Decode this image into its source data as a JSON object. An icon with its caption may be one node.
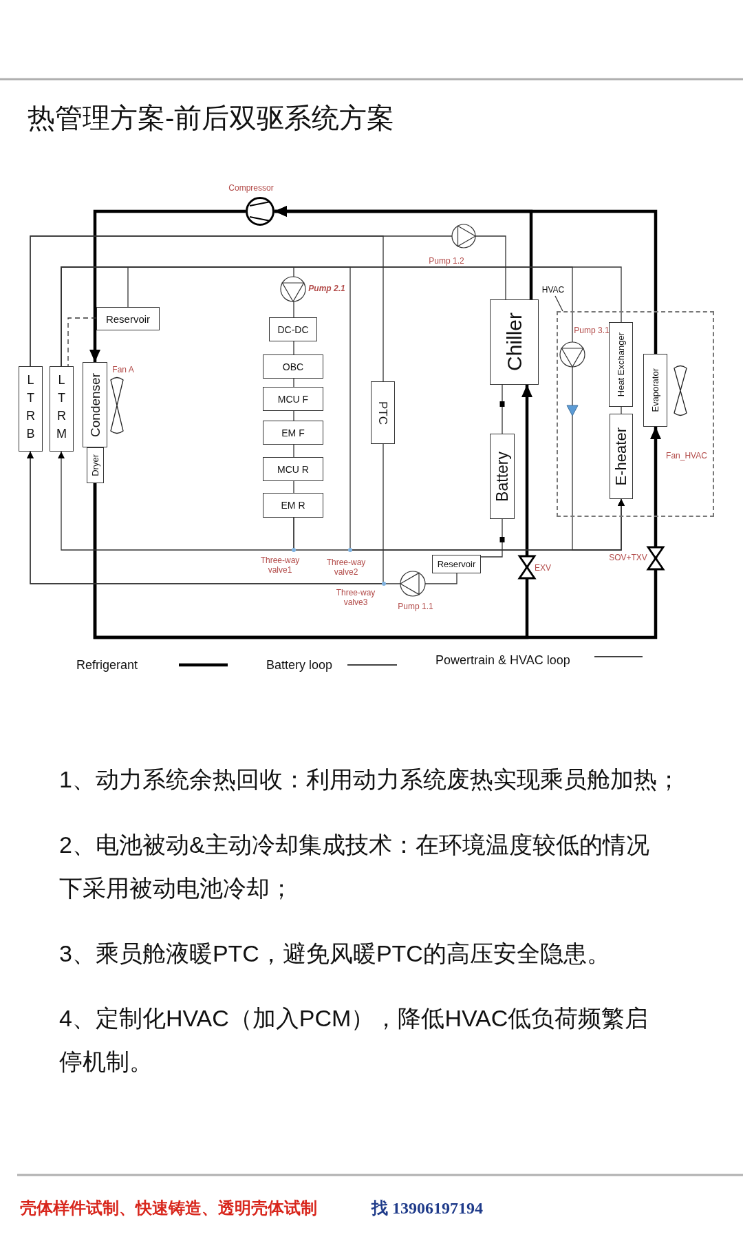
{
  "diagram": {
    "title": "热管理方案-前后双驱系统方案",
    "nodes": [
      {
        "text": [
          "LTRB"
        ]
      },
      {
        "text": [
          "LTRM"
        ]
      },
      {
        "text": [
          "Condenser"
        ]
      },
      {
        "text": [
          "Dryer"
        ]
      },
      {
        "text": [
          "Reservoir"
        ]
      },
      {
        "text": [
          "DC-DC"
        ]
      },
      {
        "text": [
          "OBC"
        ]
      },
      {
        "text": [
          "MCU F"
        ]
      },
      {
        "text": [
          "EM F"
        ]
      },
      {
        "text": [
          "MCU R"
        ]
      },
      {
        "text": [
          "EM R"
        ]
      },
      {
        "text": [
          "PTC"
        ]
      },
      {
        "text": [
          "Chiller"
        ]
      },
      {
        "text": [
          "Battery"
        ]
      },
      {
        "text": [
          "Reservoir"
        ]
      },
      {
        "text": [
          "HVAC"
        ]
      },
      {
        "text": [],
        "shape": "box"
      },
      {
        "text": [
          "Heat Exchanger"
        ],
        "in": 16
      },
      {
        "text": [
          "E-heater"
        ],
        "in": 16
      },
      {
        "text": [
          "Evaporator"
        ],
        "in": 16
      },
      {
        "text": [],
        "shape": "circle"
      }
    ],
    "edges": [
      {
        "from": 20,
        "to": 2,
        "arrow": "to",
        "style": "thick"
      },
      {
        "from": 12,
        "to": 20,
        "arrow": "to",
        "style": "thick"
      },
      {
        "from": 19,
        "to": 20,
        "arrow": "to",
        "style": "thick"
      },
      {
        "from": 3,
        "to": 12,
        "arrow": "to",
        "style": "thick"
      },
      {
        "from": 3,
        "to": 19,
        "arrow": "to",
        "style": "thick"
      },
      {
        "from": 4,
        "to": 1,
        "arrow": "none",
        "style": "dashed"
      },
      {
        "from": 5,
        "to": 6,
        "arrow": "none"
      },
      {
        "from": 6,
        "to": 7,
        "arrow": "none"
      },
      {
        "from": 7,
        "to": 8,
        "arrow": "none"
      },
      {
        "from": 8,
        "to": 9,
        "arrow": "none"
      },
      {
        "from": 9,
        "to": 10,
        "arrow": "none"
      },
      {
        "from": 12,
        "to": 13,
        "arrow": "none"
      },
      {
        "from": 13,
        "to": 14,
        "arrow": "none"
      },
      {
        "from": 17,
        "to": 18,
        "arrow": "none"
      },
      {
        "from": 15,
        "to": 16,
        "arrow": "none"
      },
      {
        "from": 0,
        "to": 12,
        "arrow": "to"
      },
      {
        "from": 0,
        "to": 11,
        "arrow": "none"
      },
      {
        "from": 1,
        "to": 17,
        "arrow": "none"
      },
      {
        "from": 1,
        "to": 4,
        "arrow": "none"
      },
      {
        "from": 1,
        "to": 5,
        "arrow": "to"
      },
      {
        "from": 10,
        "to": 1,
        "arrow": "to"
      },
      {
        "from": 11,
        "to": 0,
        "arrow": "to"
      },
      {
        "from": 14,
        "to": 0,
        "arrow": "to"
      },
      {
        "from": 1,
        "to": 18,
        "arrow": "to"
      },
      {
        "from": 10,
        "to": 18,
        "arrow": "to"
      },
      {
        "from": 1,
        "to": 18,
        "arrow": "to"
      }
    ],
    "labels": [
      "Compressor",
      "Pump 1.2",
      "Pump 2.1",
      "Pump 3.1",
      "Fan A",
      "Fan_HVAC",
      "SOV+TXV",
      "Three-way valve1",
      "Three-way valve2",
      "EXV",
      "Three-way valve3",
      "Pump 1.1",
      "1、动力系统余热回收：利用动力系统废热实现乘员舱加热；",
      "2、电池被动&主动冷却集成技术：在环境温度较低的情况下采用被动电池冷却；",
      "3、乘员舱液暖PTC，避免风暖PTC的高压安全隐患。",
      "4、定制化HVAC（加入PCM），降低HVAC低负荷频繁启停机制。",
      "壳体样件试制、快速铸造、透明壳体试制",
      "找 13906197194"
    ],
    "legend": [
      {
        "text": "Refrigerant"
      },
      {
        "text": "Battery loop"
      },
      {
        "text": "Powertrain & HVAC loop"
      }
    ]
  }
}
